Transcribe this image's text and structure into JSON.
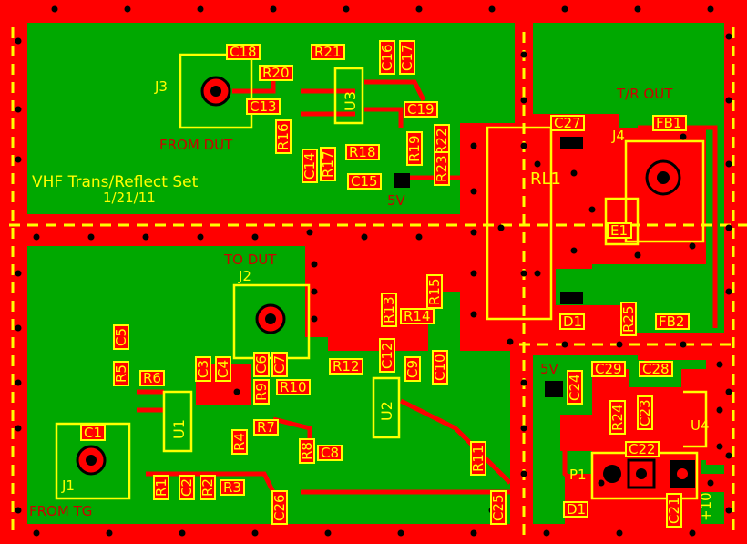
{
  "title": "VHF Trans/Reflect Set",
  "date": "1/21/11",
  "colors": {
    "copper": "#ff0000",
    "substrate": "#00a800",
    "silkscreen": "#ffff00",
    "label": "#ffff00",
    "dark_label": "#cc0000",
    "via": "#000000"
  },
  "net_labels": {
    "from_dut": "FROM DUT",
    "to_dut": "TO DUT",
    "tr_out": "T/R OUT",
    "from_tg": "FROM TG",
    "v5_top": "5V",
    "v5_mid": "5V",
    "v10": "+10"
  },
  "connectors": {
    "j1": "J1",
    "j2": "J2",
    "j3": "J3",
    "j4": "J4",
    "p1": "P1"
  },
  "ics": {
    "u1": "U1",
    "u2": "U2",
    "u3": "U3",
    "u4": "U4",
    "rl1": "RL1"
  },
  "components": {
    "c1": "C1",
    "c2": "C2",
    "c3": "C3",
    "c4": "C4",
    "c5": "C5",
    "c6": "C6",
    "c7": "C7",
    "c8": "C8",
    "c9": "C9",
    "c10": "C10",
    "c12": "C12",
    "c13": "C13",
    "c14": "C14",
    "c15": "C15",
    "c16": "C16",
    "c17": "C17",
    "c18": "C18",
    "c19": "C19",
    "c21": "C21",
    "c22": "C22",
    "c23": "C23",
    "c24": "C24",
    "c25": "C25",
    "c26": "C26",
    "c27": "C27",
    "c28": "C28",
    "c29": "C29",
    "r1": "R1",
    "r2": "R2",
    "r3": "R3",
    "r4": "R4",
    "r5": "R5",
    "r6": "R6",
    "r7": "R7",
    "r8": "R8",
    "r9": "R9",
    "r10": "R10",
    "r11": "R11",
    "r12": "R12",
    "r13": "R13",
    "r14": "R14",
    "r15": "R15",
    "r16": "R16",
    "r17": "R17",
    "r18": "R18",
    "r19": "R19",
    "r20": "R20",
    "r21": "R21",
    "r22": "R22",
    "r23": "R23",
    "r24": "R24",
    "r25": "R25",
    "d1a": "D1",
    "d1b": "D1",
    "e1": "E1",
    "fb1": "FB1",
    "fb2": "FB2"
  }
}
